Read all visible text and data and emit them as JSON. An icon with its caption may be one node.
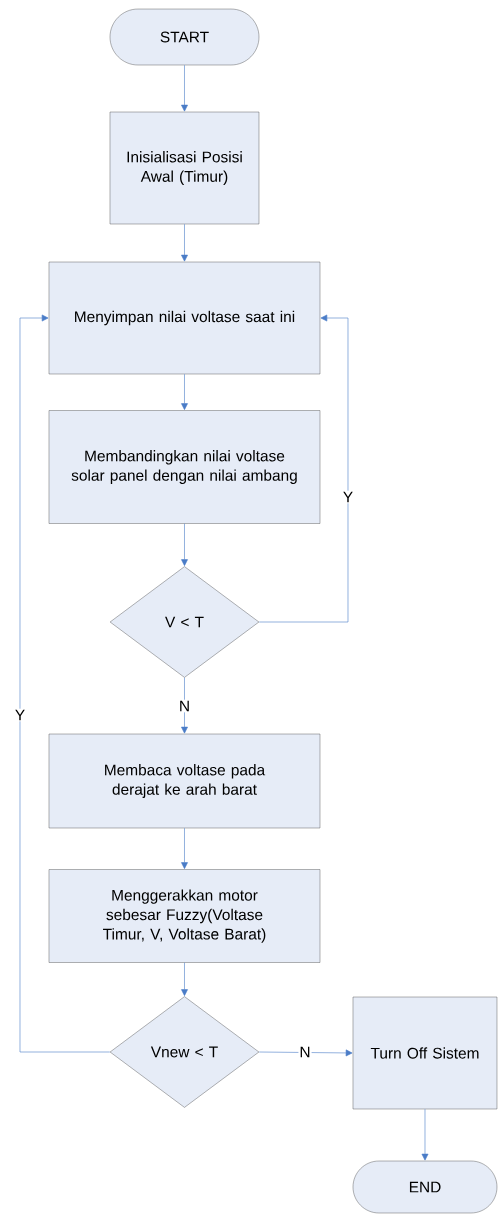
{
  "diagram": {
    "nodes": [
      {
        "text": [
          "START"
        ]
      },
      {
        "text": [
          "Inisialisasi Posisi Awal (Timur)"
        ]
      },
      {
        "text": [
          "Menyimpan nilai voltase saat ini"
        ]
      },
      {
        "text": [
          "Membandingkan nilai voltase solar panel dengan nilai ambang"
        ]
      },
      {
        "text": [
          "V < T"
        ]
      },
      {
        "text": [
          "Membaca voltase pada derajat ke arah barat"
        ]
      },
      {
        "text": [
          "Menggerakkan motor sebesar Fuzzy(Voltase Timur, V, Voltase Barat)"
        ]
      },
      {
        "text": [
          "Vnew < T"
        ]
      },
      {
        "text": [
          "Turn Off Sistem"
        ]
      },
      {
        "text": [
          "END"
        ]
      }
    ],
    "edges": [
      {
        "from": 0,
        "to": 1,
        "arrow": "to"
      },
      {
        "from": 1,
        "to": 2,
        "arrow": "to"
      },
      {
        "from": 2,
        "to": 3,
        "arrow": "to"
      },
      {
        "from": 3,
        "to": 4,
        "arrow": "to"
      },
      {
        "from": 4,
        "to": 2,
        "arrow": "to",
        "label": "Y"
      },
      {
        "from": 4,
        "to": 5,
        "arrow": "to",
        "label": "N"
      },
      {
        "from": 5,
        "to": 6,
        "arrow": "to"
      },
      {
        "from": 6,
        "to": 7,
        "arrow": "to"
      },
      {
        "from": 7,
        "to": 2,
        "arrow": "to",
        "label": "Y"
      },
      {
        "from": 7,
        "to": 8,
        "arrow": "to",
        "label": "N"
      },
      {
        "from": 8,
        "to": 9,
        "arrow": "to"
      }
    ]
  }
}
